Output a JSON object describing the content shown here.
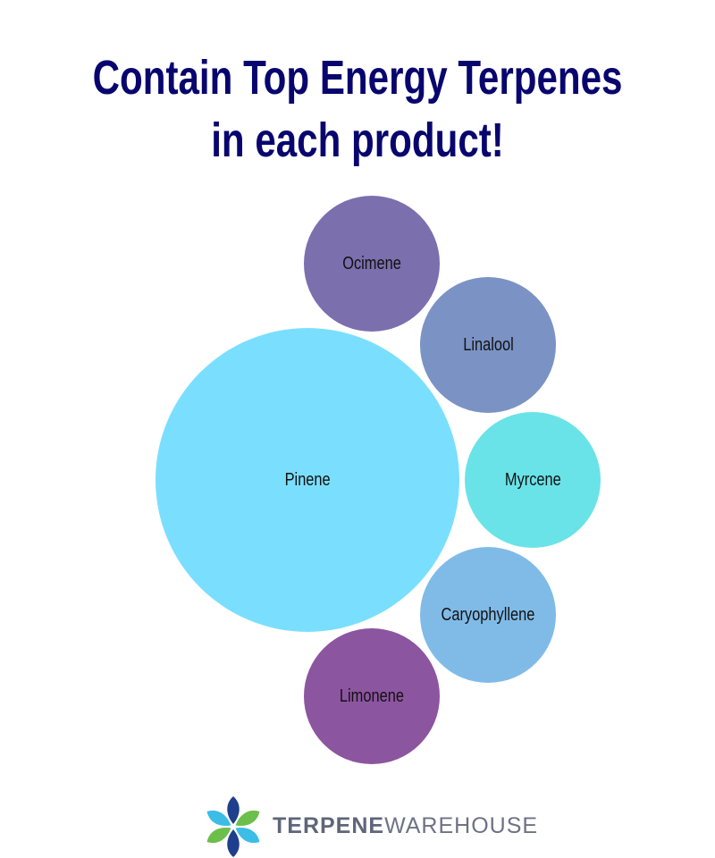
{
  "title": {
    "line1": "Contain Top Energy Terpenes",
    "line2": "in each product!"
  },
  "bubbles": [
    {
      "label": "Pinene",
      "color": "#7adffe"
    },
    {
      "label": "Ocimene",
      "color": "#7b6fae"
    },
    {
      "label": "Linalool",
      "color": "#7b93c4"
    },
    {
      "label": "Myrcene",
      "color": "#6ae3e8"
    },
    {
      "label": "Caryophyllene",
      "color": "#80bbe8"
    },
    {
      "label": "Limonene",
      "color": "#8c55a0"
    }
  ],
  "brand": {
    "bold": "TERPENE",
    "light": "WAREHOUSE"
  }
}
